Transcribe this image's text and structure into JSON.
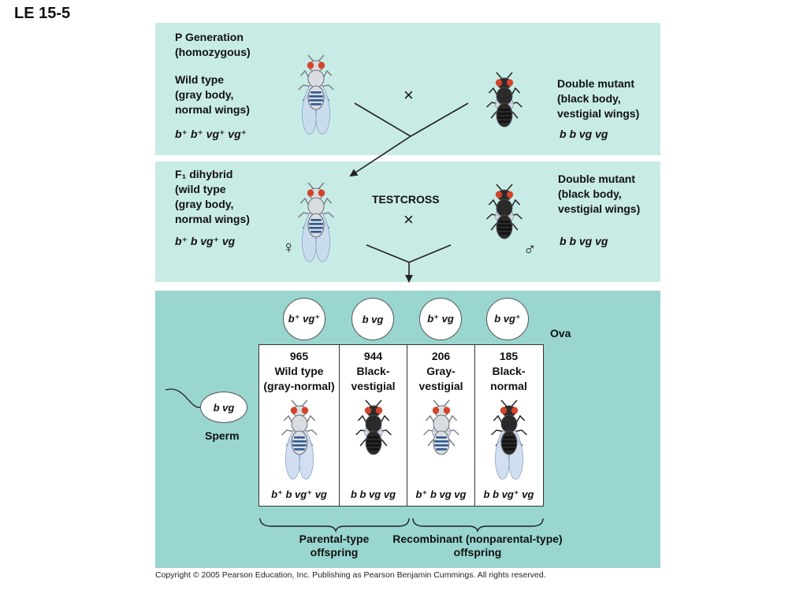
{
  "slide_label": "LE 15-5",
  "colors": {
    "panel_light": "#c8ebe6",
    "panel_dark": "#99d6d0",
    "fly_gray_body": "#d9dde2",
    "fly_black_body": "#2a2a2a",
    "fly_stripe_blue": "#2f5a8f",
    "fly_eye_red": "#d3442b",
    "wing_blue": "#c9d9ee"
  },
  "p_generation": {
    "title_line1": "P Generation",
    "title_line2": "(homozygous)",
    "left": {
      "line1": "Wild type",
      "line2": "(gray body,",
      "line3": "normal wings)",
      "genotype": "b⁺ b⁺ vg⁺ vg⁺"
    },
    "cross_symbol": "×",
    "right": {
      "line1": "Double mutant",
      "line2": "(black body,",
      "line3": "vestigial wings)",
      "genotype": "b b vg vg"
    }
  },
  "f1": {
    "left": {
      "line1": "F₁ dihybrid",
      "line2": "(wild type",
      "line3": "(gray body,",
      "line4": "normal wings)",
      "genotype": "b⁺ b vg⁺ vg",
      "sex_symbol": "♀"
    },
    "testcross_label": "TESTCROSS",
    "cross_symbol": "×",
    "right": {
      "line1": "Double mutant",
      "line2": "(black body,",
      "line3": "vestigial wings)",
      "genotype": "b b vg vg",
      "sex_symbol": "♂"
    }
  },
  "ova": {
    "label": "Ova",
    "alleles": [
      "b⁺ vg⁺",
      "b vg",
      "b⁺ vg",
      "b vg⁺"
    ]
  },
  "sperm": {
    "label": "Sperm",
    "allele": "b vg"
  },
  "offspring": [
    {
      "count": "965",
      "line1": "Wild type",
      "line2": "(gray-normal)",
      "genotype": "b⁺ b vg⁺ vg",
      "fly": "gray-normal"
    },
    {
      "count": "944",
      "line1": "Black-",
      "line2": "vestigial",
      "genotype": "b b vg vg",
      "fly": "black-vestigial"
    },
    {
      "count": "206",
      "line1": "Gray-",
      "line2": "vestigial",
      "genotype": "b⁺ b vg vg",
      "fly": "gray-vestigial"
    },
    {
      "count": "185",
      "line1": "Black-",
      "line2": "normal",
      "genotype": "b b vg⁺ vg",
      "fly": "black-normal"
    }
  ],
  "groups": {
    "parental_line1": "Parental-type",
    "parental_line2": "offspring",
    "recombinant_line1": "Recombinant (nonparental-type)",
    "recombinant_line2": "offspring"
  },
  "copyright": "Copyright © 2005 Pearson Education, Inc. Publishing as Pearson Benjamin Cummings. All rights reserved."
}
